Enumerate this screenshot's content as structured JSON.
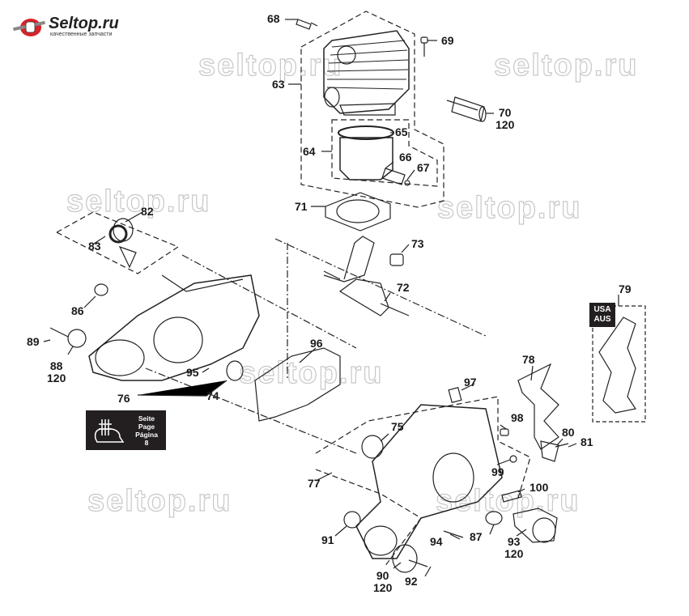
{
  "logo": {
    "name": "Seltop.ru",
    "tagline": "качественные запчасти"
  },
  "watermark": "seltop.ru",
  "page_reference": {
    "lines": [
      "Seite",
      "Page",
      "Página",
      "8"
    ]
  },
  "region_badge": {
    "lines": [
      "USA",
      "AUS"
    ]
  },
  "callouts": [
    {
      "id": "68",
      "text": "68"
    },
    {
      "id": "69",
      "text": "69"
    },
    {
      "id": "63",
      "text": "63"
    },
    {
      "id": "70",
      "text": "70",
      "sub": "120"
    },
    {
      "id": "65",
      "text": "65"
    },
    {
      "id": "64",
      "text": "64"
    },
    {
      "id": "66",
      "text": "66"
    },
    {
      "id": "67",
      "text": "67"
    },
    {
      "id": "71",
      "text": "71"
    },
    {
      "id": "82",
      "text": "82"
    },
    {
      "id": "83",
      "text": "83"
    },
    {
      "id": "73",
      "text": "73"
    },
    {
      "id": "72",
      "text": "72"
    },
    {
      "id": "79",
      "text": "79"
    },
    {
      "id": "86",
      "text": "86"
    },
    {
      "id": "89",
      "text": "89"
    },
    {
      "id": "88",
      "text": "88",
      "sub": "120"
    },
    {
      "id": "96",
      "text": "96"
    },
    {
      "id": "95",
      "text": "95"
    },
    {
      "id": "74",
      "text": "74"
    },
    {
      "id": "76",
      "text": "76"
    },
    {
      "id": "78",
      "text": "78"
    },
    {
      "id": "97",
      "text": "97"
    },
    {
      "id": "75",
      "text": "75"
    },
    {
      "id": "98",
      "text": "98"
    },
    {
      "id": "80",
      "text": "80"
    },
    {
      "id": "81",
      "text": "81"
    },
    {
      "id": "99",
      "text": "99"
    },
    {
      "id": "77",
      "text": "77"
    },
    {
      "id": "100",
      "text": "100"
    },
    {
      "id": "91",
      "text": "91"
    },
    {
      "id": "94",
      "text": "94"
    },
    {
      "id": "87",
      "text": "87"
    },
    {
      "id": "93",
      "text": "93",
      "sub": "120"
    },
    {
      "id": "90",
      "text": "90",
      "sub": "120"
    },
    {
      "id": "92",
      "text": "92"
    }
  ]
}
